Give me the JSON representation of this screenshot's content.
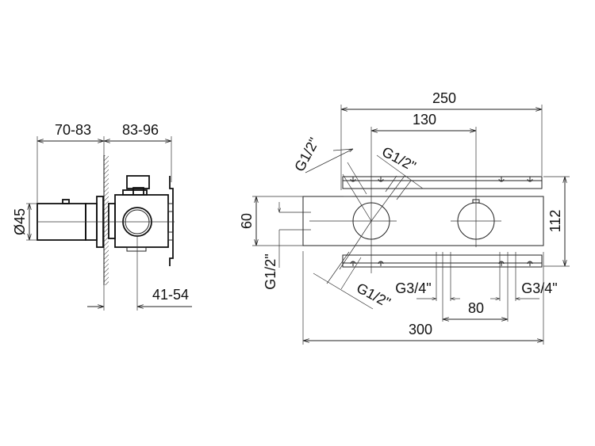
{
  "side_view": {
    "dims": {
      "handle_depth": "70-83",
      "body_depth": "83-96",
      "diameter": "Ø45",
      "wall_offset": "41-54"
    }
  },
  "front_view": {
    "dims": {
      "plate_width": "250",
      "center_distance": "130",
      "bar_height": "60",
      "plate_height": "112",
      "total_width": "300",
      "outlet_spacing": "80",
      "thread_top_left": "G1/2\"",
      "thread_top_right": "G1/2\"",
      "thread_bottom_right": "G1/2\"",
      "thread_left": "G1/2\"",
      "outlet_left": "G3/4\"",
      "outlet_right": "G3/4\""
    }
  },
  "colors": {
    "line": "#222222",
    "background": "#ffffff"
  }
}
